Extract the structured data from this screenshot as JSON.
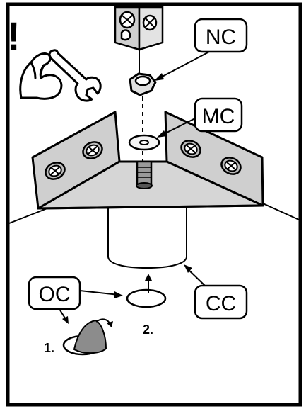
{
  "warning_mark": "!",
  "labels": {
    "nc": "NC",
    "mc": "MC",
    "oc": "OC",
    "cc": "CC"
  },
  "steps": {
    "step1": "1.",
    "step2": "2."
  },
  "icons": [
    "flexed-arm-icon",
    "wrench-icon",
    "screw-icon",
    "hex-nut-icon",
    "washer-icon"
  ],
  "colors": {
    "bracket_fill": "#cfcfcf",
    "bracket_shadow": "#9a9a9a",
    "cap_fill": "#8c8c8c",
    "outline": "#000000",
    "background": "#ffffff"
  }
}
